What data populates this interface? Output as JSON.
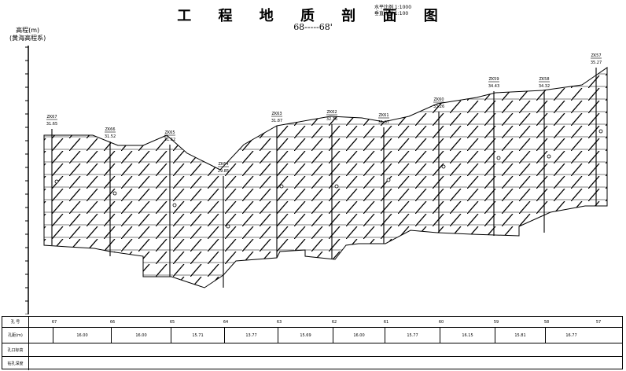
{
  "title": "工 程 地 质 剖 面 图",
  "scales": {
    "horizontal": "水平比例 1:1000",
    "vertical": "垂直比例 1:100"
  },
  "section_label": "68-----68'",
  "y_axis": {
    "line1": "高程(m)",
    "line2": "(黄海高程系)"
  },
  "boreholes": [
    {
      "id": "ZK67",
      "elev": "31.65"
    },
    {
      "id": "ZK66",
      "elev": "31.52"
    },
    {
      "id": "ZK65",
      "elev": "31.62"
    },
    {
      "id": "ZK64",
      "elev": "29.85"
    },
    {
      "id": "ZK63",
      "elev": "31.87"
    },
    {
      "id": "ZK62",
      "elev": "32.76"
    },
    {
      "id": "ZK61",
      "elev": "31.87"
    },
    {
      "id": "ZK60",
      "elev": "33.26"
    },
    {
      "id": "ZK59",
      "elev": "34.43"
    },
    {
      "id": "ZK58",
      "elev": "34.32"
    },
    {
      "id": "ZK57",
      "elev": "35.27"
    }
  ],
  "table": {
    "row_labels": [
      "孔 号",
      "孔距(m)",
      "孔口标高",
      "钻孔深度"
    ],
    "hole_marks": [
      "67",
      "66",
      "65",
      "64",
      "63",
      "62",
      "61",
      "60",
      "59",
      "58",
      "57"
    ],
    "distances": [
      "16.00",
      "16.00",
      "15.71",
      "13.77",
      "15.69",
      "16.00",
      "15.77",
      "16.15",
      "15.81",
      "16.77"
    ]
  }
}
